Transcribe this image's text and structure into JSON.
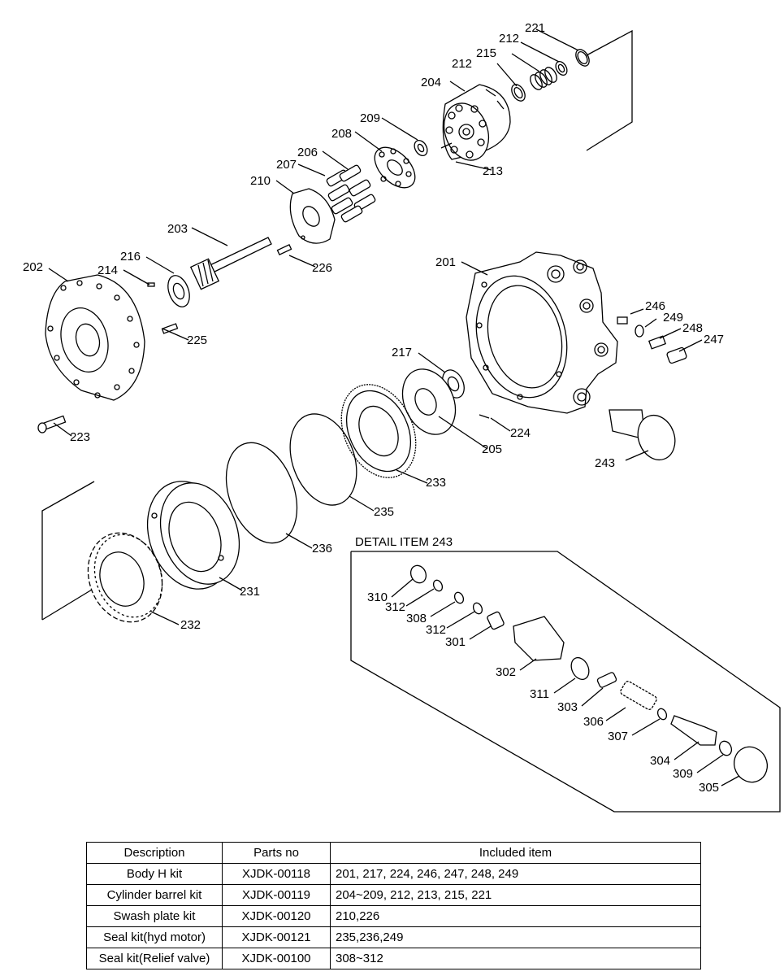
{
  "labels": {
    "l201": "201",
    "l202": "202",
    "l203": "203",
    "l204": "204",
    "l205": "205",
    "l206": "206",
    "l207": "207",
    "l208": "208",
    "l209": "209",
    "l210": "210",
    "l212a": "212",
    "l212b": "212",
    "l213": "213",
    "l214": "214",
    "l215": "215",
    "l216": "216",
    "l217": "217",
    "l221": "221",
    "l223": "223",
    "l224": "224",
    "l225": "225",
    "l226": "226",
    "l231": "231",
    "l232": "232",
    "l233": "233",
    "l235": "235",
    "l236": "236",
    "l243": "243",
    "l246": "246",
    "l247": "247",
    "l248": "248",
    "l249": "249",
    "l301": "301",
    "l302": "302",
    "l303": "303",
    "l304": "304",
    "l305": "305",
    "l306": "306",
    "l307": "307",
    "l308": "308",
    "l309": "309",
    "l310": "310",
    "l311": "311",
    "l312a": "312",
    "l312b": "312"
  },
  "detail_title": "DETAIL ITEM 243",
  "table": {
    "headers": [
      "Description",
      "Parts no",
      "Included item"
    ],
    "rows": [
      [
        "Body H kit",
        "XJDK-00118",
        "201, 217, 224, 246, 247, 248, 249"
      ],
      [
        "Cylinder barrel kit",
        "XJDK-00119",
        "204~209, 212, 213, 215, 221"
      ],
      [
        "Swash plate kit",
        "XJDK-00120",
        "210,226"
      ],
      [
        "Seal kit(hyd motor)",
        "XJDK-00121",
        "235,236,249"
      ],
      [
        "Seal kit(Relief valve)",
        "XJDK-00100",
        "308~312"
      ]
    ]
  }
}
